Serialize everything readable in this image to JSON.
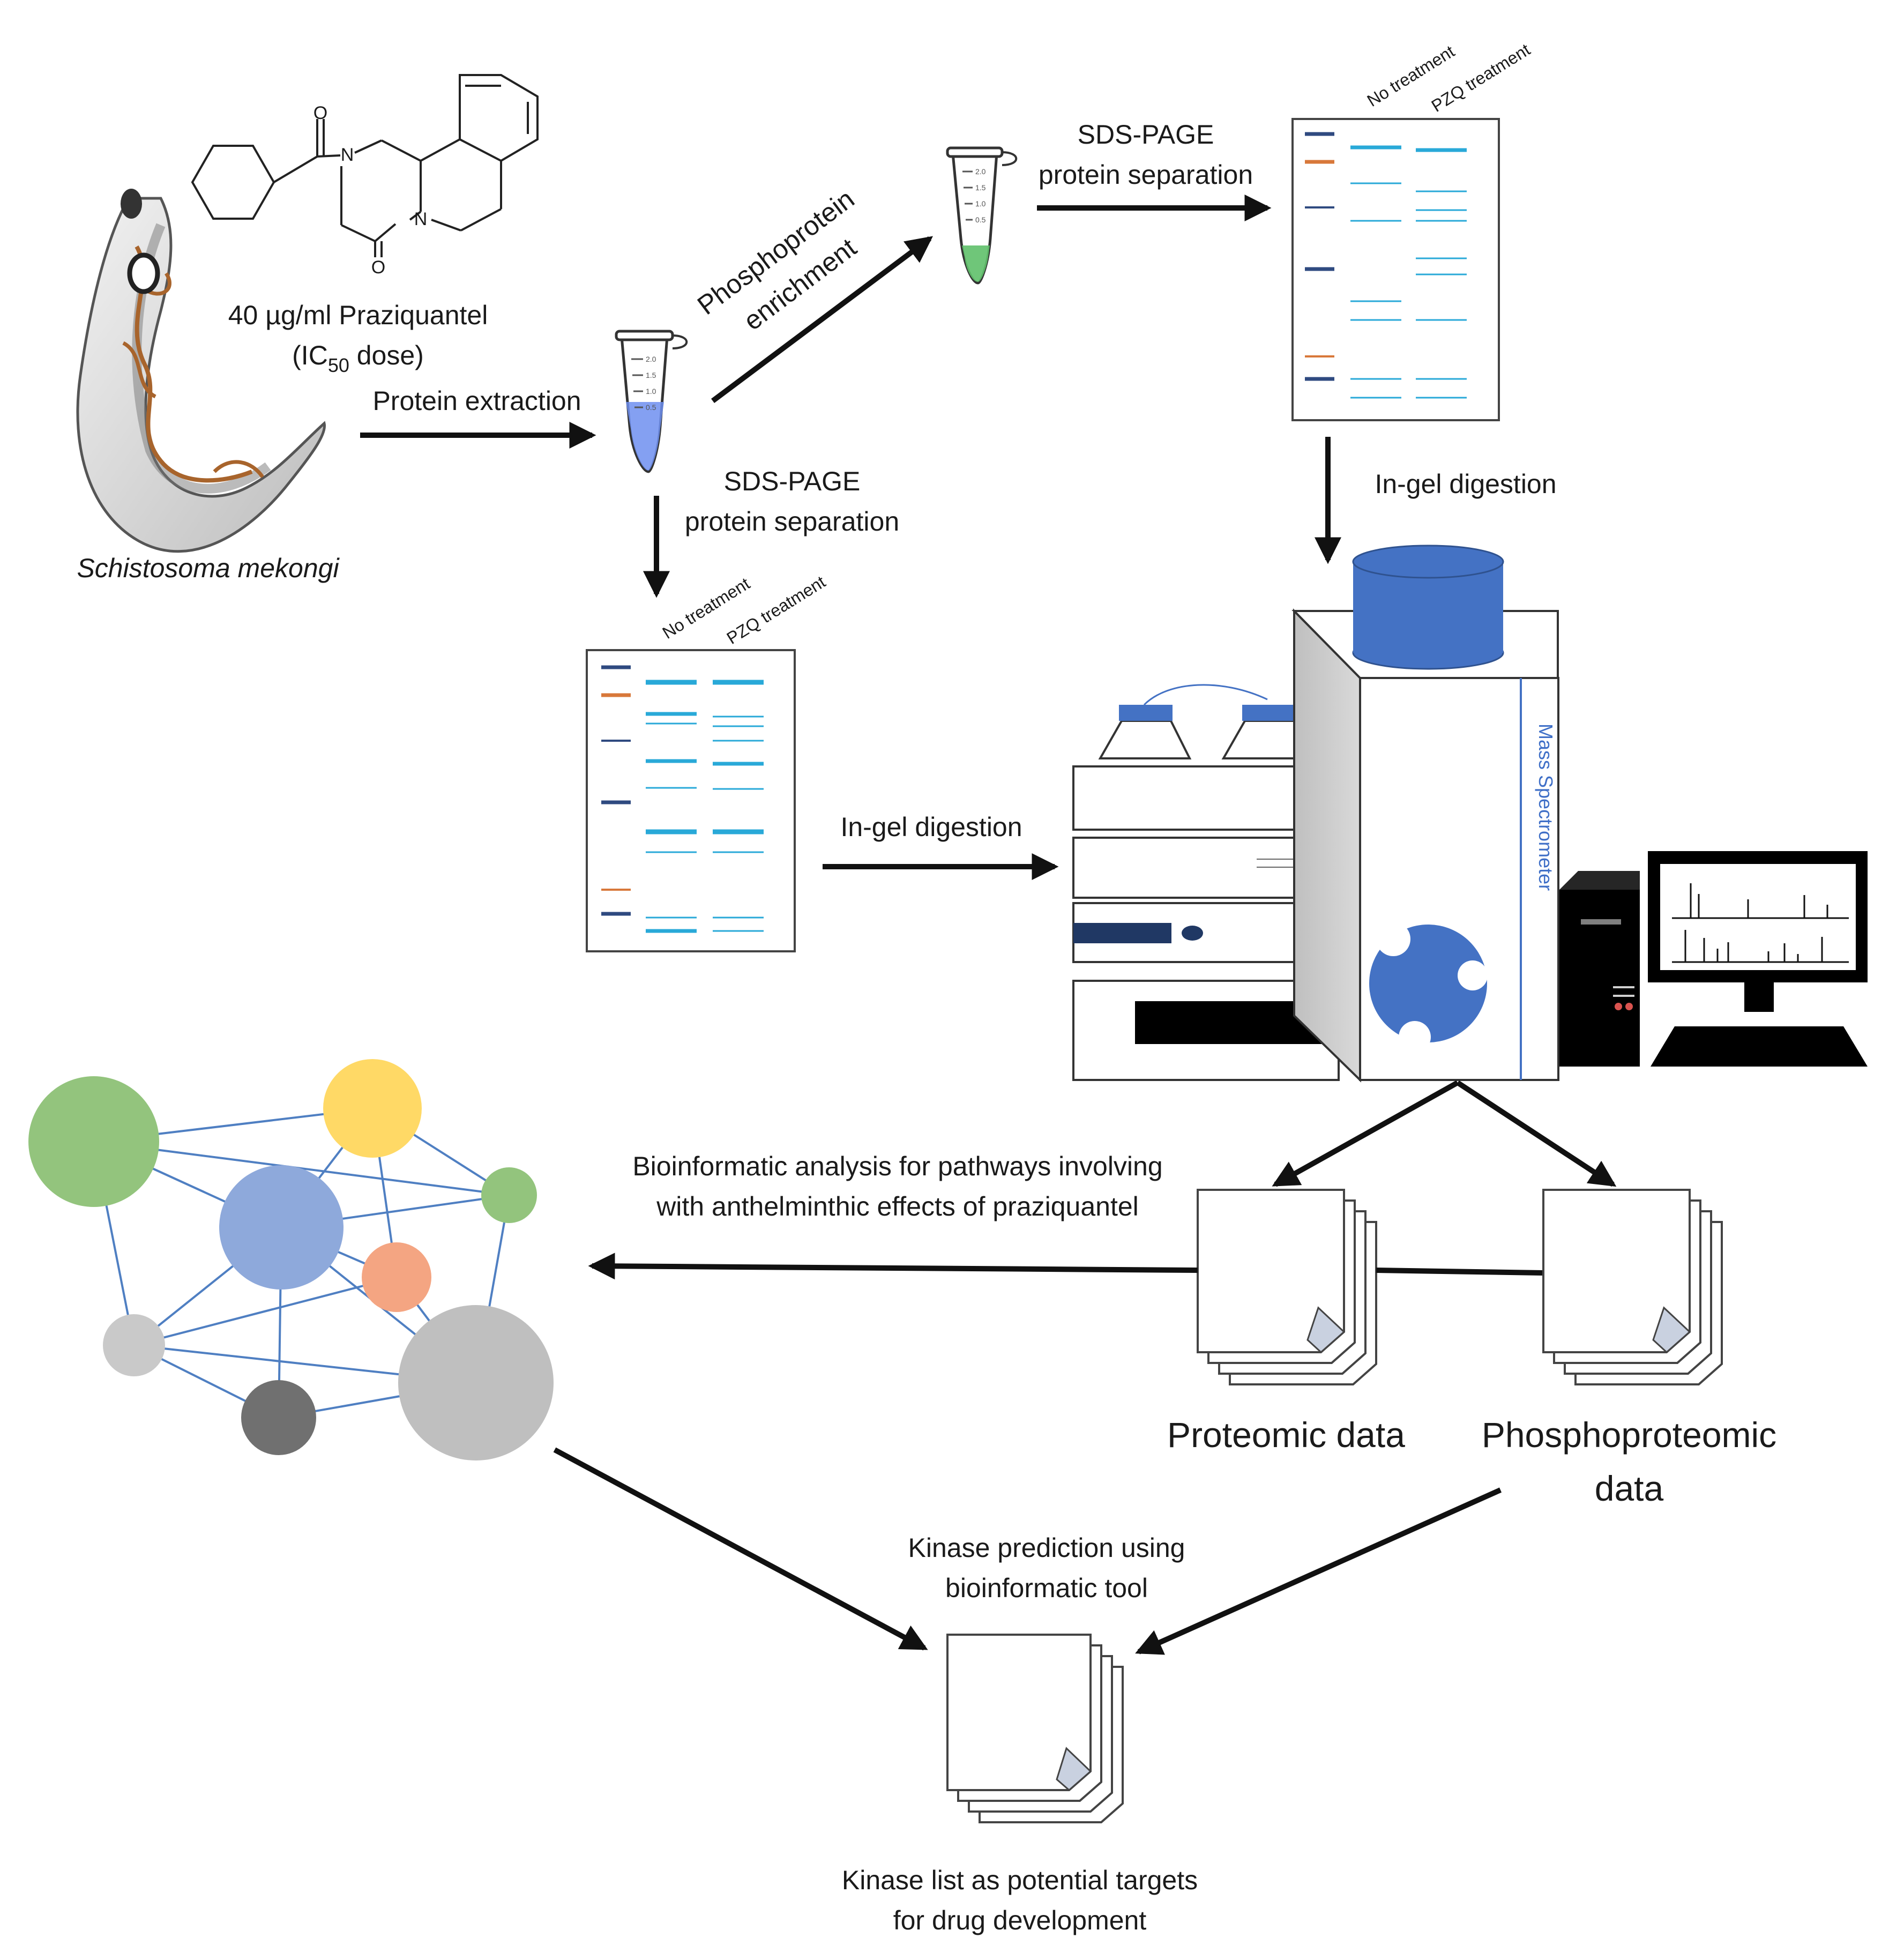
{
  "organism": "Schistosoma mekongi",
  "drug": {
    "dose_line1": "40 µg/ml Praziquantel",
    "dose_line2_prefix": "(IC",
    "dose_line2_sub": "50",
    "dose_line2_suffix": " dose)"
  },
  "chem_atoms": {
    "oxygen": "O",
    "nitrogen": "N"
  },
  "steps": {
    "protein_extraction": "Protein extraction",
    "phospho_enrichment_line1": "Phosphoprotein",
    "phospho_enrichment_line2": "enrichment",
    "sds_page_line1": "SDS-PAGE",
    "sds_page_line2": "protein separation",
    "in_gel_digestion": "In-gel digestion",
    "bioinfo_line1": "Bioinformatic analysis for pathways involving",
    "bioinfo_line2": "with anthelminthic effects of praziquantel",
    "kinase_pred_line1": "Kinase prediction using",
    "kinase_pred_line2": "bioinformatic tool",
    "kinase_list_line1": "Kinase list as potential targets",
    "kinase_list_line2": "for drug development"
  },
  "gel": {
    "lane1": "No treatment",
    "lane2": "PZQ treatment"
  },
  "tube_ticks": [
    "2.0",
    "1.5",
    "1.0",
    "0.5"
  ],
  "instrument": {
    "ms_label": "Mass Spectrometer"
  },
  "outputs": {
    "proteomic": "Proteomic data",
    "phospho_line1": "Phosphoproteomic",
    "phospho_line2": "data"
  },
  "colors": {
    "gel_band": "#29a9d8",
    "ladder_dark": "#2f4a80",
    "ladder_orange": "#d8783a",
    "instrument_blue": "#4472c4",
    "network_edge": "#4f7fc2",
    "tube_blue": "#6f8ff0",
    "tube_green": "#5fc06a"
  },
  "network_nodes": [
    {
      "color": "#93c47d"
    },
    {
      "color": "#ffd966"
    },
    {
      "color": "#8ea9db"
    },
    {
      "color": "#93c47d"
    },
    {
      "color": "#f4a582"
    },
    {
      "color": "#c9c9c9"
    },
    {
      "color": "#bfbfbf"
    },
    {
      "color": "#707070"
    }
  ]
}
